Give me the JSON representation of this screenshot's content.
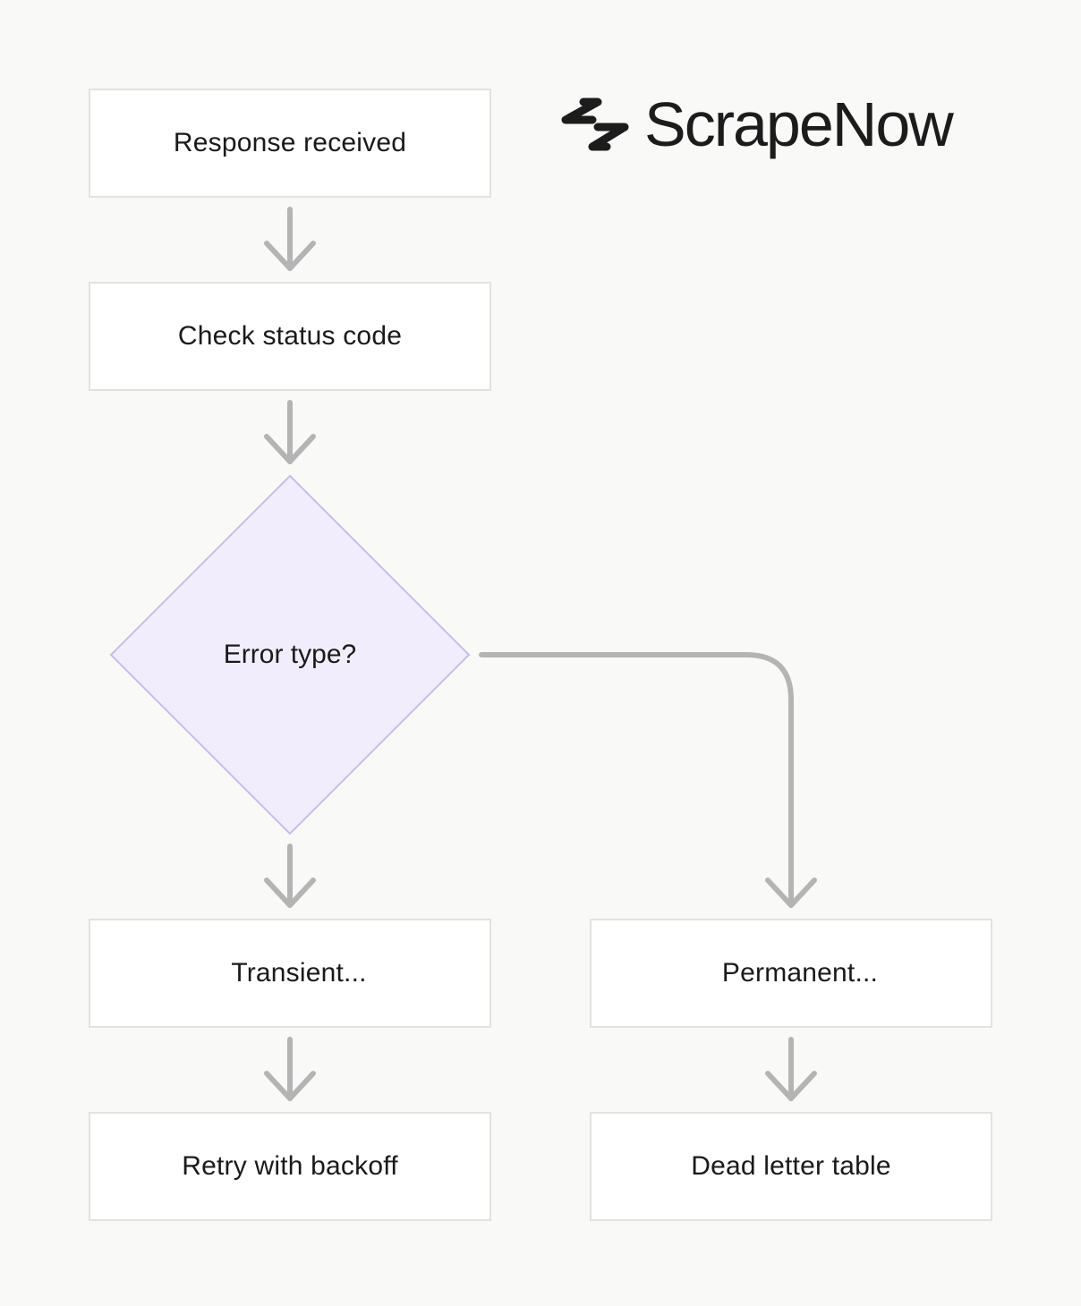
{
  "brand": {
    "name": "ScrapeNow",
    "logo_icon": "scrapenow-logo-icon",
    "color": "#1c1c1c"
  },
  "colors": {
    "background": "#f9f9f8",
    "node_fill": "#ffffff",
    "node_border": "#e2e2e2",
    "decision_fill": "#f1edfc",
    "decision_border": "#c9bde8",
    "connector": "#b4b4b4"
  },
  "nodes": {
    "response_received": "Response received",
    "check_status_code": "Check status code",
    "error_type": "Error type?",
    "transient": "Transient...",
    "permanent": "Permanent...",
    "retry_with_backoff": "Retry with backoff",
    "dead_letter_table": "Dead letter table"
  }
}
